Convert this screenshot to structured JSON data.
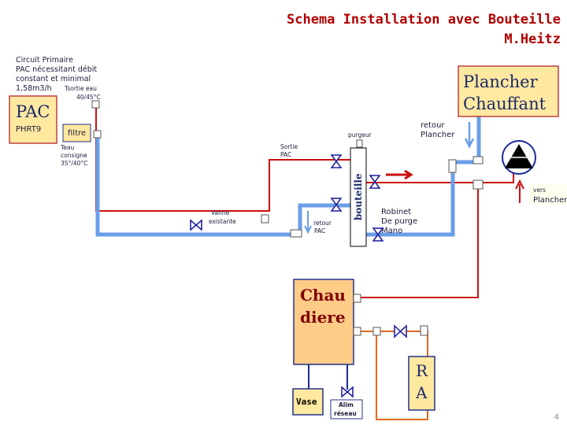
{
  "title": {
    "line1": "Schema Installation avec Bouteille",
    "line2": "M.Heitz"
  },
  "circuit_note": {
    "line1": "Circuit Primaire",
    "line2": "PAC nécessitant débit",
    "line3": "constant et minimal",
    "line4": "1,58m3/h"
  },
  "tsortie": {
    "line1": "Tsortie eau",
    "line2": "40/45°C"
  },
  "pac": {
    "name": "PAC",
    "model": "PHRT9"
  },
  "filtre": "filtre",
  "teau": {
    "line1": "Teau",
    "line2": "consigne",
    "line3": "35°/40°C"
  },
  "purgeur": "purgeur",
  "retour_plancher": {
    "line1": "retour",
    "line2": "Plancher"
  },
  "plancher": {
    "line1": "Plancher",
    "line2": "Chauffant"
  },
  "sortie_pac": {
    "line1": "Sortie",
    "line2": "PAC"
  },
  "bouteille": "bouteille",
  "vanne": {
    "line1": "Vanne",
    "line2": "existante"
  },
  "retour_pac": {
    "line1": "retour",
    "line2": "PAC"
  },
  "robinet": {
    "line1": "Robinet",
    "line2": "De purge",
    "line3": "Mano"
  },
  "vers_plancher": {
    "line1": "vers",
    "line2": "Plancher"
  },
  "chaudiere": {
    "line1": "Chau",
    "line2": "diere"
  },
  "vase": "Vase",
  "alim": {
    "line1": "Alim",
    "line2": "réseau"
  },
  "ra": {
    "line1": "R",
    "line2": "A"
  },
  "page_number": "4",
  "colors": {
    "red_pipe": "#cc1010",
    "blue_pipe": "#6a9ee8",
    "orange_pipe": "#e06a20",
    "box_yellow": "#ffe8a0",
    "box_orange": "#ffcc88"
  }
}
